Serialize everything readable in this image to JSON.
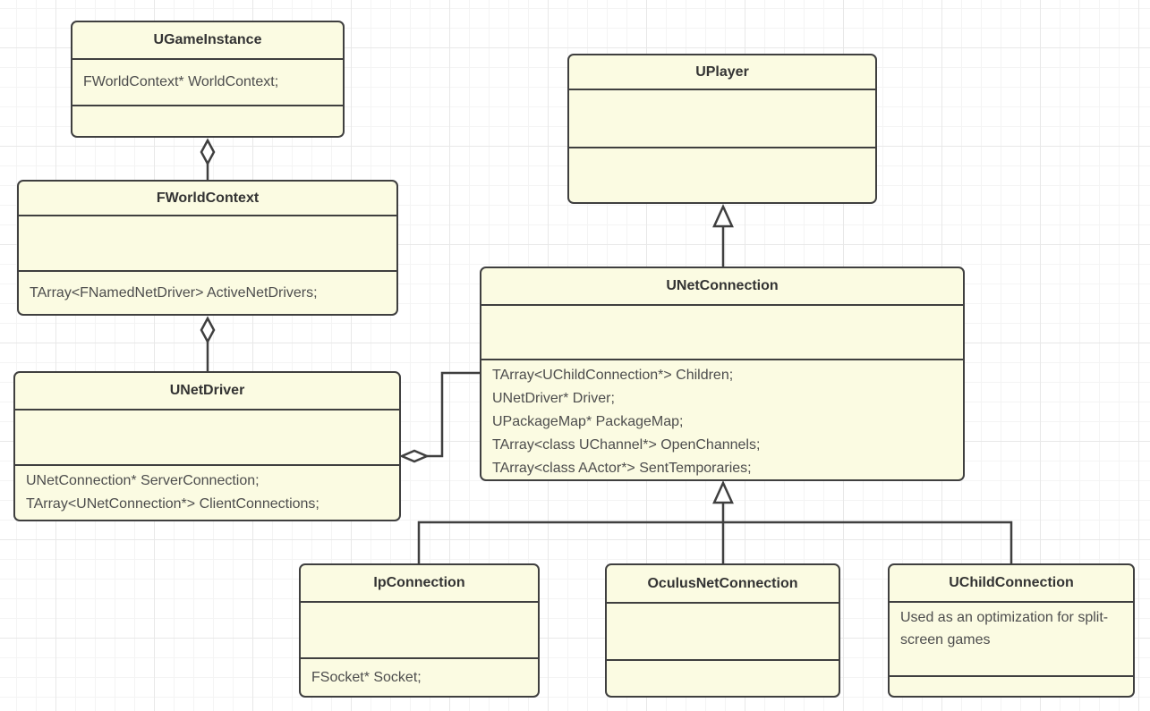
{
  "diagram": {
    "type": "uml-class-diagram",
    "classes": [
      {
        "name": "UGameInstance",
        "sections": [
          [
            "FWorldContext* WorldContext;"
          ],
          []
        ]
      },
      {
        "name": "FWorldContext",
        "sections": [
          [],
          [
            "TArray<FNamedNetDriver> ActiveNetDrivers;"
          ]
        ]
      },
      {
        "name": "UNetDriver",
        "sections": [
          [],
          [
            "UNetConnection* ServerConnection;",
            "TArray<UNetConnection*> ClientConnections;"
          ]
        ]
      },
      {
        "name": "UPlayer",
        "sections": [
          [],
          []
        ]
      },
      {
        "name": "UNetConnection",
        "sections": [
          [],
          [
            "TArray<UChildConnection*> Children;",
            "UNetDriver* Driver;",
            "UPackageMap* PackageMap;",
            "TArray<class UChannel*> OpenChannels;",
            "TArray<class AActor*> SentTemporaries;"
          ]
        ]
      },
      {
        "name": "IpConnection",
        "sections": [
          [],
          [
            "FSocket* Socket;"
          ]
        ]
      },
      {
        "name": "OculusNetConnection",
        "sections": [
          [],
          []
        ]
      },
      {
        "name": "UChildConnection",
        "sections": [
          [
            "Used as an optimization for split-screen games"
          ],
          []
        ]
      }
    ],
    "relationships": [
      {
        "from": "UGameInstance",
        "to": "FWorldContext",
        "type": "aggregation",
        "diamond_at": "UGameInstance"
      },
      {
        "from": "FWorldContext",
        "to": "UNetDriver",
        "type": "aggregation",
        "diamond_at": "FWorldContext"
      },
      {
        "from": "UNetDriver",
        "to": "UNetConnection",
        "type": "aggregation",
        "diamond_at": "UNetDriver"
      },
      {
        "from": "UNetConnection",
        "to": "UPlayer",
        "type": "inheritance"
      },
      {
        "from": "IpConnection",
        "to": "UNetConnection",
        "type": "inheritance"
      },
      {
        "from": "OculusNetConnection",
        "to": "UNetConnection",
        "type": "inheritance"
      },
      {
        "from": "UChildConnection",
        "to": "UNetConnection",
        "type": "inheritance"
      }
    ],
    "colors": {
      "box_fill": "#FBFBE2",
      "box_border": "#3F3F3F",
      "title_text": "#333333",
      "attribute_text": "#4D4D4D",
      "background": "#FFFFFF",
      "grid_minor": "#F4F4F4",
      "grid_major": "#E8E8E8"
    }
  }
}
